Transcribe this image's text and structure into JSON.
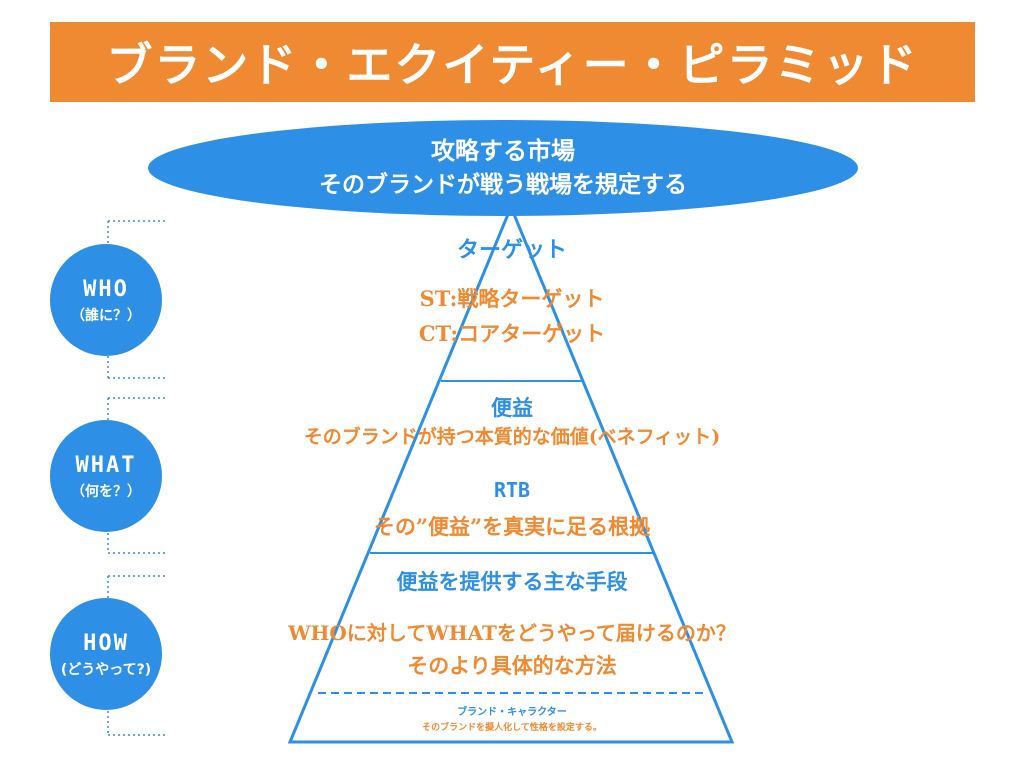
{
  "title": "ブランド・エクイティー・ピラミッド",
  "market": {
    "line1": "攻略する市場",
    "line2": "そのブランドが戦う戦場を規定する"
  },
  "levels": {
    "target": {
      "heading": "ターゲット",
      "st": "ST:戦略ターゲット",
      "ct": "CT:コアターゲット"
    },
    "benefit": {
      "heading": "便益",
      "desc": "そのブランドが持つ本質的な価値(ベネフィット)",
      "rtb_heading": "RTB",
      "rtb_desc": "その”便益”を真実に足る根拠"
    },
    "means": {
      "heading": "便益を提供する主な手段",
      "line1": "WHOに対してWHATをどうやって届けるのか？",
      "line2": "そのより具体的な方法"
    },
    "character": {
      "heading": "ブランド・キャラクター",
      "desc": "そのブランドを擬人化して性格を設定する。"
    }
  },
  "sidebar": [
    {
      "label": "WHO",
      "sub": "（誰に？）"
    },
    {
      "label": "WHAT",
      "sub": "（何を？）"
    },
    {
      "label": "HOW",
      "sub": "(どうやって?)"
    }
  ],
  "colors": {
    "accent_orange": "#ef8a32",
    "accent_blue": "#2e8fe6"
  }
}
